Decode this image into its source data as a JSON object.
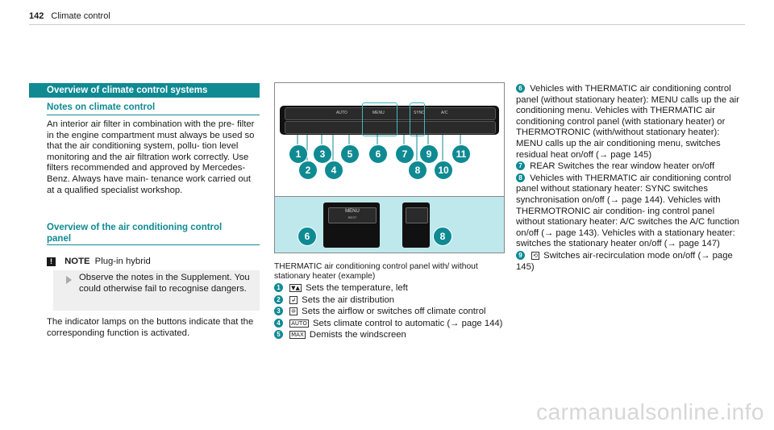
{
  "header": {
    "page_number": "142",
    "chapter": "Climate control"
  },
  "left": {
    "section_title": "Overview of climate control systems",
    "notes_heading": "Notes on climate control",
    "notes_paragraph": "An interior air filter in combination with the pre- filter in the engine compartment must always be used so that the air conditioning system, pollu- tion level monitoring and the air filtration work correctly. Use filters recommended and approved by Mercedes-Benz. Always have main- tenance work carried out at a qualified specialist workshop.",
    "panel_heading": "Overview of the air conditioning control panel",
    "note_label": "NOTE",
    "note_sub": "Plug-in hybrid",
    "note_text": "Observe the notes in the Supplement. You could otherwise fail to recognise dangers.",
    "indicator_text": "The indicator lamps on the buttons indicate that the corresponding function is activated."
  },
  "figure": {
    "panel_labels": [
      "AUTO",
      "MENU",
      "SYNC",
      "A/C"
    ],
    "detail_labels": [
      "MENU",
      "REST"
    ],
    "caption": "THERMATIC air conditioning control panel with/ without stationary heater (example)"
  },
  "middle_items": [
    {
      "num": "1",
      "icon": "▼▲",
      "text": "Sets the temperature, left"
    },
    {
      "num": "2",
      "icon": "↲",
      "text": "Sets the air distribution"
    },
    {
      "num": "3",
      "icon": "❊",
      "text": "Sets the airflow or switches off climate control"
    },
    {
      "num": "4",
      "icon": "AUTO",
      "text": "Sets climate control to automatic (→ page 144)"
    },
    {
      "num": "5",
      "icon": "MAX",
      "text": "Demists the windscreen"
    }
  ],
  "right_items": [
    {
      "num": "6",
      "text": "Vehicles with THERMATIC air conditioning control panel (without stationary heater): MENU calls up the air conditioning menu. Vehicles with THERMATIC air conditioning control panel (with stationary heater) or THERMOTRONIC (with/without stationary heater): MENU calls up the air conditioning menu, switches residual heat on/off (→ page 145)"
    },
    {
      "num": "7",
      "text": "REAR Switches the rear window heater on/off"
    },
    {
      "num": "8",
      "text": "Vehicles with THERMATIC air conditioning control panel without stationary heater: SYNC switches synchronisation on/off (→ page 144). Vehicles with THERMOTRONIC air condition- ing control panel without stationary heater: A/C switches the A/C function on/off (→ page 143). Vehicles with a stationary heater: switches the stationary heater on/off (→ page 147)"
    },
    {
      "num": "9",
      "text": "Switches air-recirculation mode on/off (→ page 145)"
    }
  ],
  "watermark": "carmanualsonline.info",
  "colors": {
    "accent": "#0f8a93",
    "figure_bottom_bg": "#bfe8ec"
  }
}
